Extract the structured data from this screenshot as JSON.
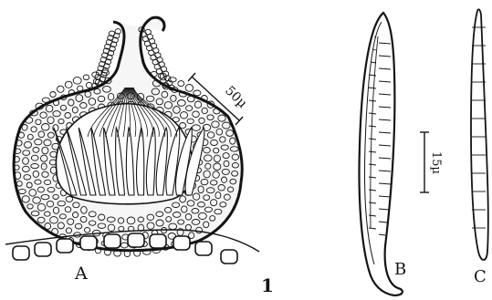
{
  "figure": {
    "number": "1",
    "panels": [
      {
        "label": "A",
        "scale_bar": "50µ"
      },
      {
        "label": "B",
        "scale_bar": "15µ"
      },
      {
        "label": "C"
      }
    ]
  },
  "colors": {
    "ink": "#141414",
    "paper": "#ffffff"
  }
}
